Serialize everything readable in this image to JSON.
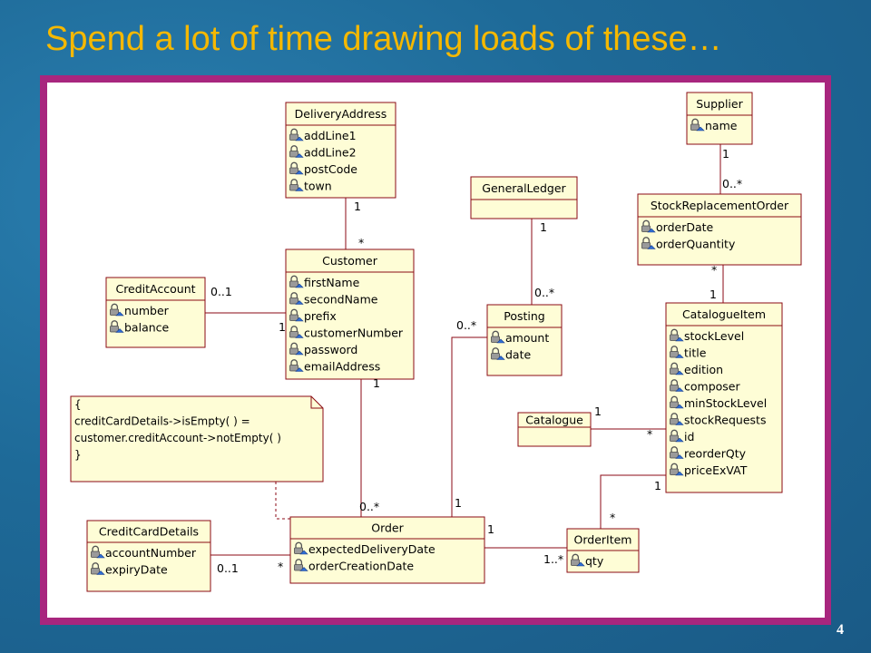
{
  "slide": {
    "title": "Spend a lot of time drawing loads of these…",
    "page_number": "4",
    "colors": {
      "title": "#f5b800",
      "frame": "#a8267e",
      "class_fill": "#fefdd6",
      "border": "#8b0a14"
    }
  },
  "diagram": {
    "classes": [
      {
        "id": "deliveryaddress",
        "name": "DeliveryAddress",
        "attributes": [
          "addLine1",
          "addLine2",
          "postCode",
          "town"
        ]
      },
      {
        "id": "customer",
        "name": "Customer",
        "attributes": [
          "firstName",
          "secondName",
          "prefix",
          "customerNumber",
          "password",
          "emailAddress"
        ]
      },
      {
        "id": "creditaccount",
        "name": "CreditAccount",
        "attributes": [
          "number",
          "balance"
        ]
      },
      {
        "id": "generalledger",
        "name": "GeneralLedger",
        "attributes": []
      },
      {
        "id": "posting",
        "name": "Posting",
        "attributes": [
          "amount",
          "date"
        ]
      },
      {
        "id": "supplier",
        "name": "Supplier",
        "attributes": [
          "name"
        ]
      },
      {
        "id": "stockreplacementorder",
        "name": "StockReplacementOrder",
        "attributes": [
          "orderDate",
          "orderQuantity"
        ]
      },
      {
        "id": "catalogueitem",
        "name": "CatalogueItem",
        "attributes": [
          "stockLevel",
          "title",
          "edition",
          "composer",
          "minStockLevel",
          "stockRequests",
          "id",
          "reorderQty",
          "priceExVAT"
        ]
      },
      {
        "id": "catalogue",
        "name": "Catalogue",
        "attributes": []
      },
      {
        "id": "order",
        "name": "Order",
        "attributes": [
          "expectedDeliveryDate",
          "orderCreationDate"
        ]
      },
      {
        "id": "creditcarddetails",
        "name": "CreditCardDetails",
        "attributes": [
          "accountNumber",
          "expiryDate"
        ]
      },
      {
        "id": "orderitem",
        "name": "OrderItem",
        "attributes": [
          "qty"
        ]
      }
    ],
    "note": {
      "lines": [
        "{",
        "creditCardDetails->isEmpty( ) =",
        "customer.creditAccount->notEmpty( )",
        "}"
      ]
    },
    "multiplicities": {
      "deliveryaddress_customer_a": "1",
      "deliveryaddress_customer_b": "*",
      "creditaccount_customer_a": "0..1",
      "creditaccount_customer_b": "1",
      "customer_order_a": "1",
      "customer_order_b": "0..*",
      "generalledger_posting_a": "1",
      "generalledger_posting_b": "0..*",
      "posting_order_a": "0..*",
      "posting_order_b": "1",
      "supplier_sro_a": "1",
      "supplier_sro_b": "0..*",
      "sro_catalogueitem_a": "*",
      "sro_catalogueitem_b": "1",
      "catalogue_catalogueitem_a": "1",
      "catalogue_catalogueitem_b": "*",
      "catalogueitem_orderitem_a": "1",
      "catalogueitem_orderitem_b": "*",
      "order_orderitem_a": "1",
      "order_orderitem_b": "1..*",
      "creditcard_order_a": "0..1",
      "creditcard_order_b": "*"
    }
  }
}
